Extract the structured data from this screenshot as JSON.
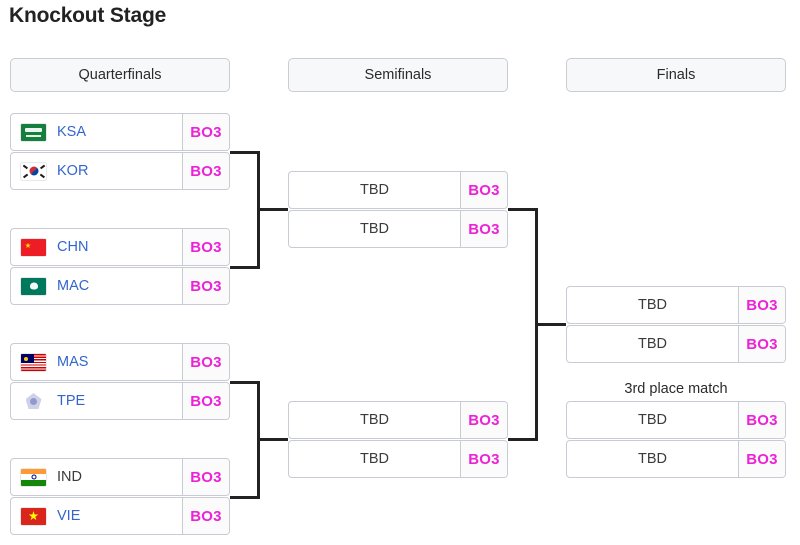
{
  "page": {
    "title": "Knockout Stage"
  },
  "rounds": [
    {
      "name": "quarterfinals",
      "label": "Quarterfinals"
    },
    {
      "name": "semifinals",
      "label": "Semifinals"
    },
    {
      "name": "finals",
      "label": "Finals"
    }
  ],
  "labels": {
    "third_place_match": "3rd place match"
  },
  "format": {
    "bo3": "BO3"
  },
  "colors": {
    "team_link": "#3366cc",
    "team_plain": "#3b3b3b",
    "format_badge": "#ec22d6",
    "header_bg": "#f7f8f9",
    "header_border": "#c9ccd1",
    "box_border": "#c8cbd4",
    "connector": "#222222",
    "title": "#222222"
  },
  "bracket": {
    "quarterfinals": [
      {
        "match_id": "qf1",
        "teams": [
          {
            "code": "KSA",
            "flag": "flag-ksa-icon",
            "linked": true,
            "format": "BO3"
          },
          {
            "code": "KOR",
            "flag": "flag-kor-icon",
            "linked": true,
            "format": "BO3"
          }
        ]
      },
      {
        "match_id": "qf2",
        "teams": [
          {
            "code": "CHN",
            "flag": "flag-chn-icon",
            "linked": true,
            "format": "BO3"
          },
          {
            "code": "MAC",
            "flag": "flag-mac-icon",
            "linked": true,
            "format": "BO3"
          }
        ]
      },
      {
        "match_id": "qf3",
        "teams": [
          {
            "code": "MAS",
            "flag": "flag-mas-icon",
            "linked": true,
            "format": "BO3"
          },
          {
            "code": "TPE",
            "flag": "flag-tpe-icon",
            "linked": true,
            "format": "BO3"
          }
        ]
      },
      {
        "match_id": "qf4",
        "teams": [
          {
            "code": "IND",
            "flag": "flag-ind-icon",
            "linked": false,
            "format": "BO3"
          },
          {
            "code": "VIE",
            "flag": "flag-vie-icon",
            "linked": true,
            "format": "BO3"
          }
        ]
      }
    ],
    "semifinals": [
      {
        "match_id": "sf1",
        "teams": [
          {
            "code": "TBD",
            "format": "BO3"
          },
          {
            "code": "TBD",
            "format": "BO3"
          }
        ]
      },
      {
        "match_id": "sf2",
        "teams": [
          {
            "code": "TBD",
            "format": "BO3"
          },
          {
            "code": "TBD",
            "format": "BO3"
          }
        ]
      }
    ],
    "final": {
      "match_id": "final",
      "teams": [
        {
          "code": "TBD",
          "format": "BO3"
        },
        {
          "code": "TBD",
          "format": "BO3"
        }
      ]
    },
    "third_place": {
      "match_id": "third-place",
      "teams": [
        {
          "code": "TBD",
          "format": "BO3"
        },
        {
          "code": "TBD",
          "format": "BO3"
        }
      ]
    }
  }
}
